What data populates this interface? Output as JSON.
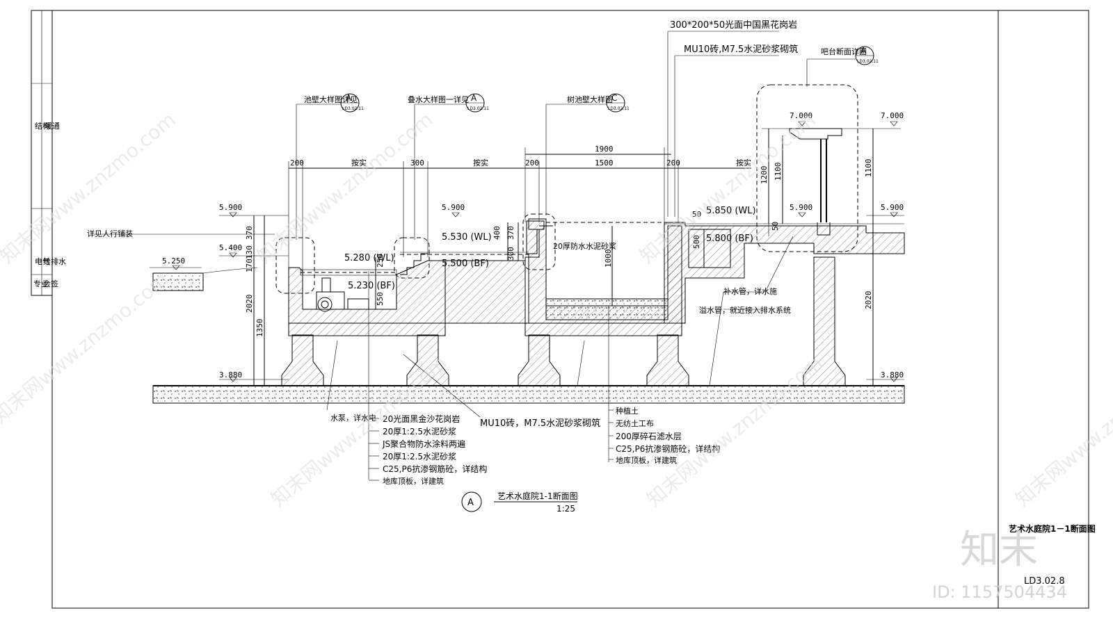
{
  "title_block": {
    "sheet_title": "艺术水庭院1－1断面图",
    "sheet_number": "LD3.02.8",
    "left_strip_labels": [
      "结构",
      "暖通",
      "电气",
      "给排水",
      "专业",
      "会签"
    ]
  },
  "drawing": {
    "label_letter": "A",
    "title": "艺术水庭院1-1断面图",
    "scale": "1:25"
  },
  "detail_callouts": [
    {
      "text": "池壁大样图详见",
      "letter": "A",
      "ref": "LD3.02.11"
    },
    {
      "text": "叠水大样图一详见",
      "letter": "A",
      "ref": "LD3.02.11"
    },
    {
      "text": "树池壁大样图",
      "letter": "C",
      "ref": "LD3.02.11"
    },
    {
      "text": "吧台断面详图",
      "letter": "A",
      "ref": "LD3.02.11"
    }
  ],
  "top_notes": [
    "300*200*50光面中国黑花岗岩",
    "MU10砖,M7.5水泥砂浆砌筑"
  ],
  "dimensions": {
    "top_row": [
      "200",
      "按实",
      "300",
      "按实",
      "200",
      "1500",
      "200",
      "按实"
    ],
    "overall": "1900",
    "vertical": [
      "370",
      "130",
      "170",
      "2020",
      "1350",
      "550",
      "250",
      "400",
      "370",
      "300",
      "1000",
      "50",
      "500",
      "50",
      "1200",
      "1100",
      "1100",
      "2020"
    ]
  },
  "levels": [
    "5.900",
    "5.400",
    "5.250",
    "3.880",
    "5.900",
    "5.280 (WL)",
    "5.230 (BF)",
    "5.530 (WL)",
    "5.500 (BF)",
    "5.850 (WL)",
    "5.800 (BF)",
    "7.000",
    "7.000",
    "5.900",
    "5.900",
    "3.880"
  ],
  "notes": {
    "paving": "详见人行铺装",
    "waterproof": "20厚防水水泥砂浆",
    "makeup_pipe": "补水管，详水施",
    "drain_pipe": "溢水管，就近接入排水系统",
    "pump": "水泵，详水电",
    "masonry": "MU10砖，M7.5水泥砂浆砌筑"
  },
  "legend_left": [
    "20光面黑金沙花岗岩",
    "20厚1:2.5水泥砂浆",
    "JS聚合物防水涂料两遍",
    "20厚1:2.5水泥砂浆",
    "C25,P6抗渗钢筋砼，详结构",
    "地库顶板，详建筑"
  ],
  "legend_right": [
    "种植土",
    "无纺土工布",
    "200厚碎石滤水层",
    "C25,P6抗渗钢筋砼，详结构",
    "地库顶板，详建筑"
  ],
  "watermarks": [
    "知末网www.znzmo.com",
    "知末",
    "ID: 1157504434"
  ]
}
